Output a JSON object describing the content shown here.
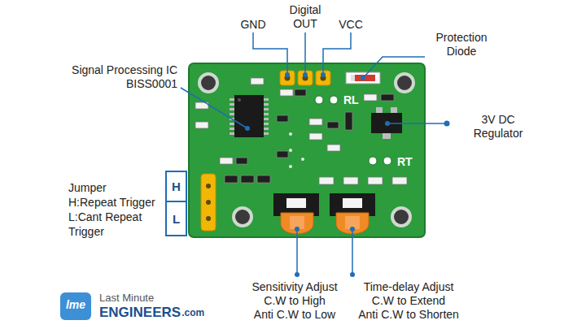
{
  "diagram": {
    "nodes": [
      {
        "text": [
          "H"
        ]
      },
      {
        "text": [
          "L"
        ]
      }
    ],
    "labels": [
      "GND",
      "Digital",
      "OUT",
      "VCC",
      "Protection",
      "Diode",
      "Signal Processing IC",
      "BISS0001",
      "3V DC",
      "Regulator",
      "RL",
      "RT",
      "Jumper",
      "H:Repeat Trigger",
      "L:Cant Repeat",
      "Trigger",
      "Sensitivity Adjust",
      "C.W to High",
      "Anti C.W to Low",
      "Time-delay Adjust",
      "C.W to Extend",
      "Anti C.W to Shorten",
      "lme",
      "Last Minute",
      "ENGINEERS",
      ".com"
    ]
  }
}
